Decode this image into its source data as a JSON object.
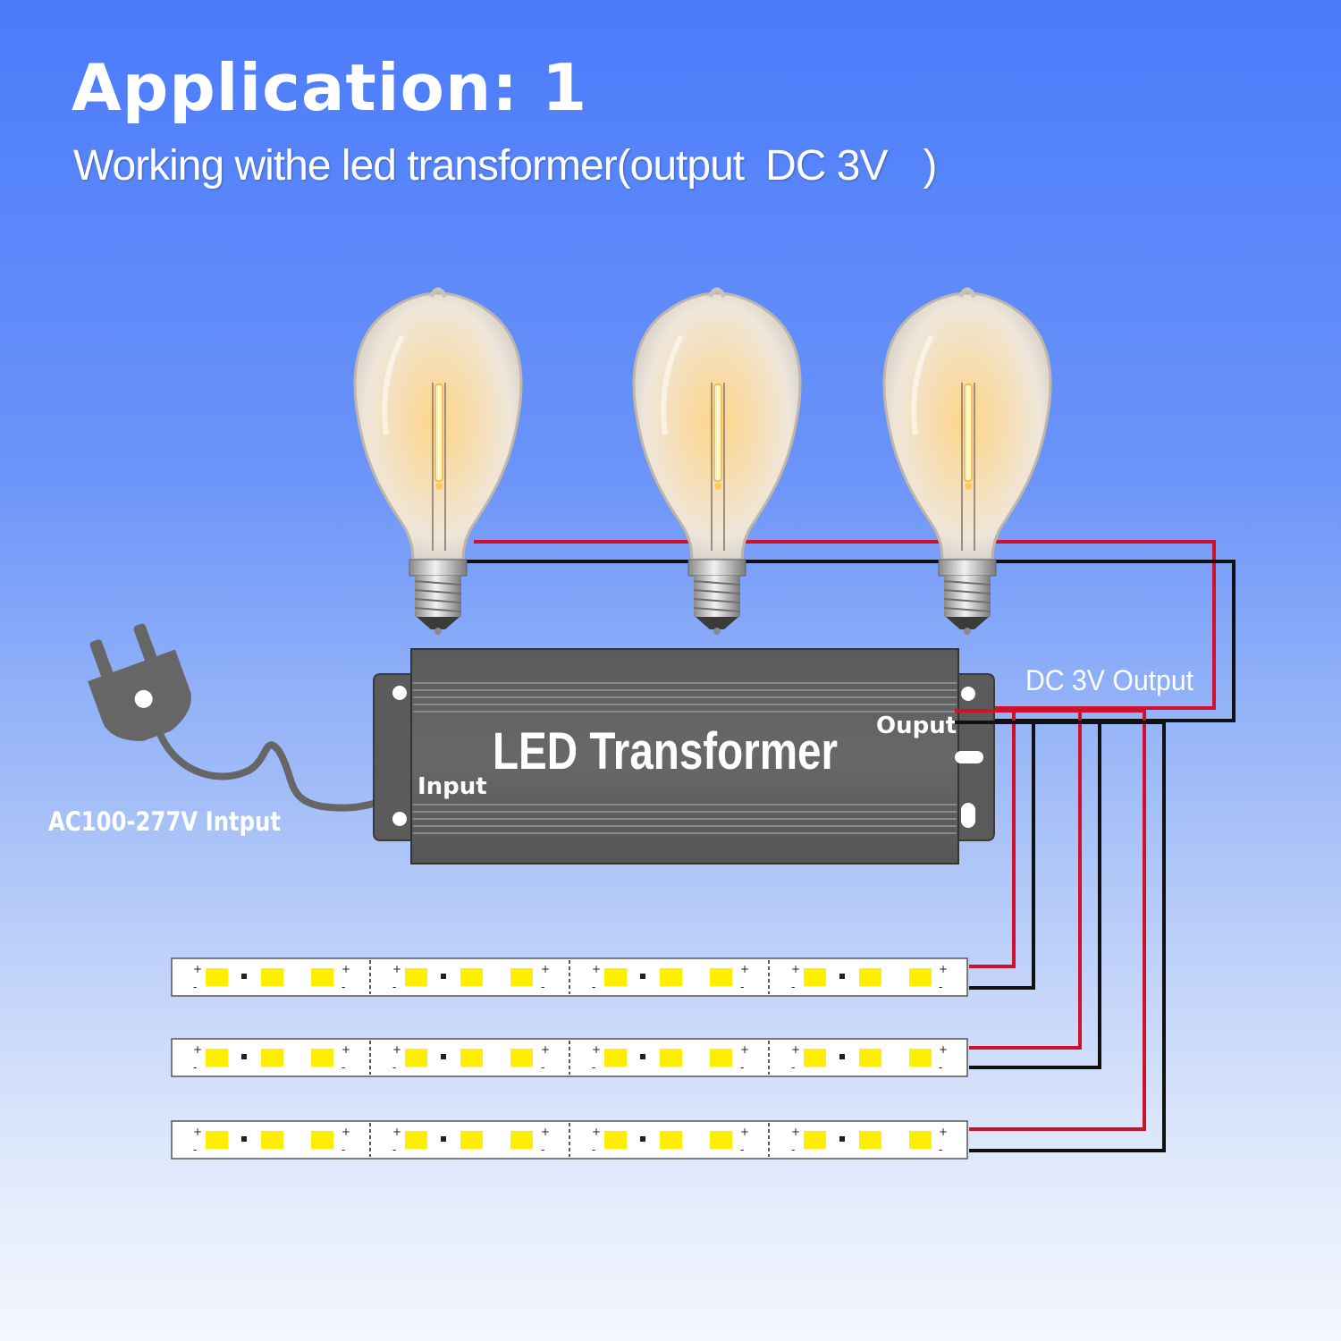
{
  "header": {
    "title": "Application: 1",
    "subtitle_text": "Working withe led transformer(output",
    "subtitle_value": "DC 3V",
    "subtitle_close": ")"
  },
  "transformer": {
    "label": "LED Transformer",
    "input_label": "Input",
    "output_label": "Ouput"
  },
  "labels": {
    "ac_input": "AC100-277V Intput",
    "dc_output": "DC 3V  Output"
  },
  "strip_pins": {
    "plus": "+",
    "minus": "-"
  },
  "colors": {
    "wire_positive": "#d0112b",
    "wire_negative": "#111111",
    "transformer_body": "#606060",
    "led_chip": "#ffee00",
    "plug": "#666666"
  },
  "components": {
    "bulb_count": 3,
    "strip_count": 3,
    "strip_segments": 4
  }
}
